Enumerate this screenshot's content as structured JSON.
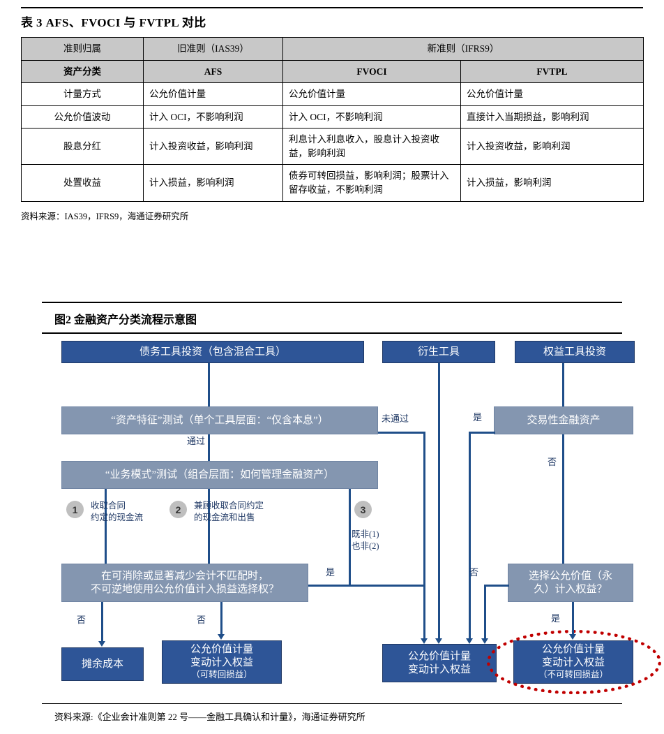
{
  "table_section": {
    "title": "表 3 AFS、FVOCI 与 FVTPL 对比",
    "header_row1": [
      "准则归属",
      "旧准则（IAS39）",
      "新准则（IFRS9）"
    ],
    "header_row2": [
      "资产分类",
      "AFS",
      "FVOCI",
      "FVTPL"
    ],
    "rows": [
      {
        "label": "计量方式",
        "afs": "公允价值计量",
        "fvoci": "公允价值计量",
        "fvtpl": "公允价值计量"
      },
      {
        "label": "公允价值波动",
        "afs": "计入 OCI，不影响利润",
        "fvoci": "计入 OCI，不影响利润",
        "fvtpl": "直接计入当期损益，影响利润"
      },
      {
        "label": "股息分红",
        "afs": "计入投资收益，影响利润",
        "fvoci": "利息计入利息收入，股息计入投资收益，影响利润",
        "fvtpl": "计入投资收益，影响利润"
      },
      {
        "label": "处置收益",
        "afs": "计入损益，影响利润",
        "fvoci": "债券可转回损益，影响利润；股票计入留存收益，不影响利润",
        "fvtpl": "计入损益，影响利润"
      }
    ],
    "source": "资料来源：IAS39，IFRS9，海通证券研究所"
  },
  "figure_section": {
    "title": "图2  金融资产分类流程示意图",
    "source": "资料来源:《企业会计准则第 22 号——金融工具确认和计量》，海通证券研究所",
    "nodes": {
      "debt_instrument": "债务工具投资（包含混合工具）",
      "derivative": "衍生工具",
      "equity_instrument": "权益工具投资",
      "asset_feature_test": "“资产特征”测试（单个工具层面：“仅含本息”）",
      "trading_financial_asset": "交易性金融资产",
      "business_model_test": "“业务模式”测试（组合层面：如何管理金融资产）",
      "fvtpl_option_question_l1": "在可消除或显著减少会计不匹配时，",
      "fvtpl_option_question_l2": "不可逆地使用公允价值计入损益选择权？",
      "equity_option_question_l1": "选择公允价值（永",
      "equity_option_question_l2": "久）计入权益？",
      "amortized_cost": "摊余成本",
      "fvoci_recyclable_l1": "公允价值计量",
      "fvoci_recyclable_l2": "变动计入权益",
      "fvoci_recyclable_sub": "（可转回损益）",
      "fvtpl_mid_l1": "公允价值计量",
      "fvtpl_mid_l2": "变动计入权益",
      "fvoci_nonrecyclable_l1": "公允价值计量",
      "fvoci_nonrecyclable_l2": "变动计入权益",
      "fvoci_nonrecyclable_sub": "（不可转回损益）"
    },
    "edge_labels": {
      "fail": "未通过",
      "pass": "通过",
      "yes_trading": "是",
      "no_trading": "否",
      "yes_opt3": "是",
      "no_opt_left": "否",
      "no_opt_mid": "否",
      "no_equity": "否",
      "yes_equity": "是"
    },
    "branches": [
      {
        "num": "1",
        "text_l1": "收取合同",
        "text_l2": "约定的现金流"
      },
      {
        "num": "2",
        "text_l1": "兼顾收取合同约定",
        "text_l2": "的现金流和出售"
      },
      {
        "num": "3",
        "text_l1": "既非(1)",
        "text_l2": "也非(2)"
      }
    ],
    "colors": {
      "box_dark": "#2e5597",
      "box_grey": "#8496b0",
      "line": "#1f4e89",
      "highlight_ellipse": "#c00000",
      "circle": "#bfbfbf"
    }
  }
}
